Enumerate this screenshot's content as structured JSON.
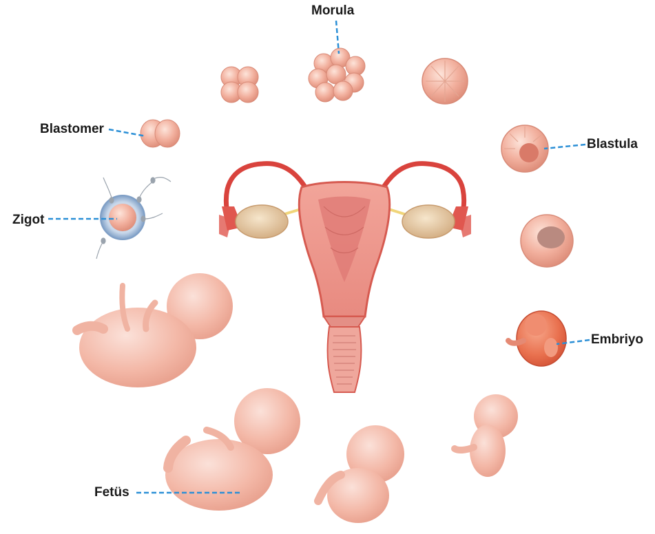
{
  "labels": {
    "morula": "Morula",
    "blastomer": "Blastomer",
    "zigot": "Zigot",
    "blastula": "Blastula",
    "embriyo": "Embriyo",
    "fetus": "Fetüs"
  },
  "colors": {
    "leader_line": "#2b8fd6",
    "tissue_light": "#f6c6b6",
    "tissue_mid": "#eca08e",
    "tissue_dark": "#d97561",
    "uterus_wall": "#e1685e",
    "tube_red": "#d9433d",
    "ovary": "#e3c9a3",
    "embryo_red": "#e86a4c",
    "zona_blue": "#9fb8d6",
    "label_text": "#1a1a1a"
  },
  "icons": [
    "uterus-illustration",
    "cell-stage",
    "sperm",
    "embryo",
    "fetus"
  ]
}
